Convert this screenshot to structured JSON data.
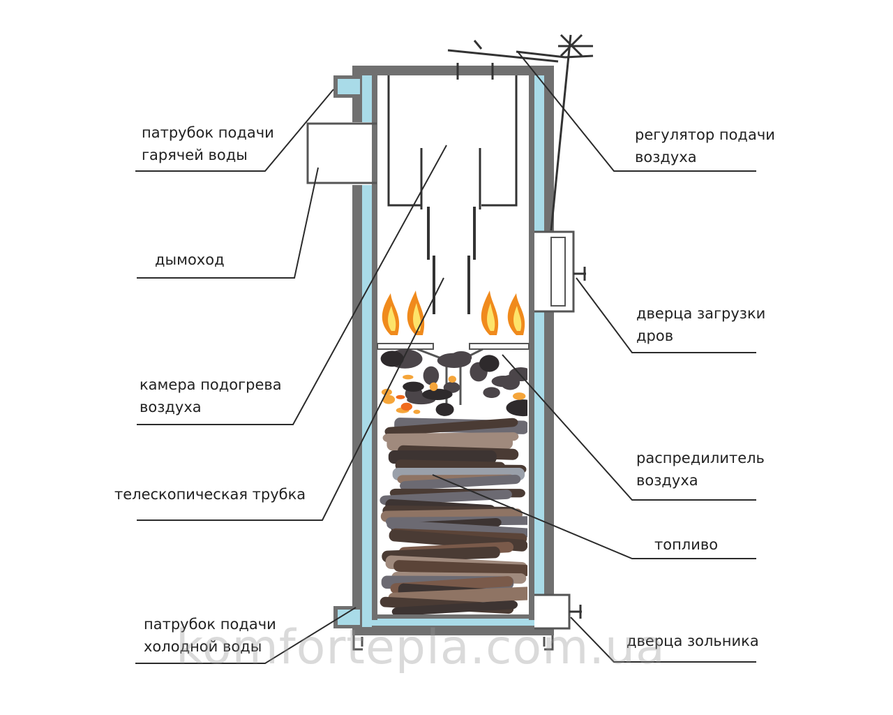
{
  "labels": {
    "hot_water_pipe": [
      "патрубок подачи",
      "гарячей воды"
    ],
    "chimney": [
      "дымоход"
    ],
    "air_heating_chamber": [
      "камера подогрева",
      "воздуха"
    ],
    "telescopic_tube": [
      "телескопическая трубка"
    ],
    "cold_water_pipe": [
      "патрубок подачи",
      "холодной воды"
    ],
    "air_regulator": [
      "регулятор подачи",
      "воздуха"
    ],
    "wood_loading_door": [
      "дверца загрузки",
      "дров"
    ],
    "air_distributor": [
      "распредилитель",
      "воздуха"
    ],
    "fuel": [
      "топливо"
    ],
    "ash_door": [
      "дверца зольника"
    ]
  },
  "watermark": "komforteplа.com.ua",
  "colors": {
    "steel": "#6f6f6f",
    "water_jacket": "#a9dbe8",
    "line": "#2b2b2b",
    "flame_outer": "#f08a1c",
    "flame_inner": "#fde36a"
  }
}
